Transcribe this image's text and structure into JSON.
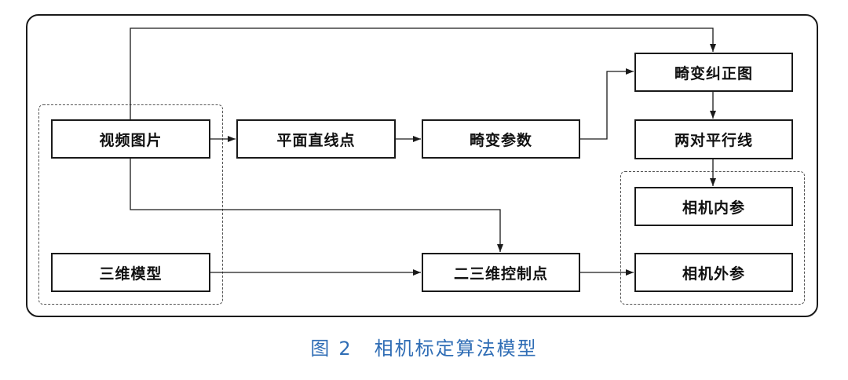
{
  "diagram": {
    "nodes": {
      "video_image": "视频图片",
      "model_3d": "三维模型",
      "plane_line_points": "平面直线点",
      "distortion_params": "畸变参数",
      "control_points_23d": "二三维控制点",
      "undistorted_image": "畸变纠正图",
      "parallel_lines": "两对平行线",
      "intrinsics": "相机内参",
      "extrinsics": "相机外参"
    }
  },
  "caption": {
    "figure_label": "图",
    "figure_number": "2",
    "title": "相机标定算法模型"
  }
}
